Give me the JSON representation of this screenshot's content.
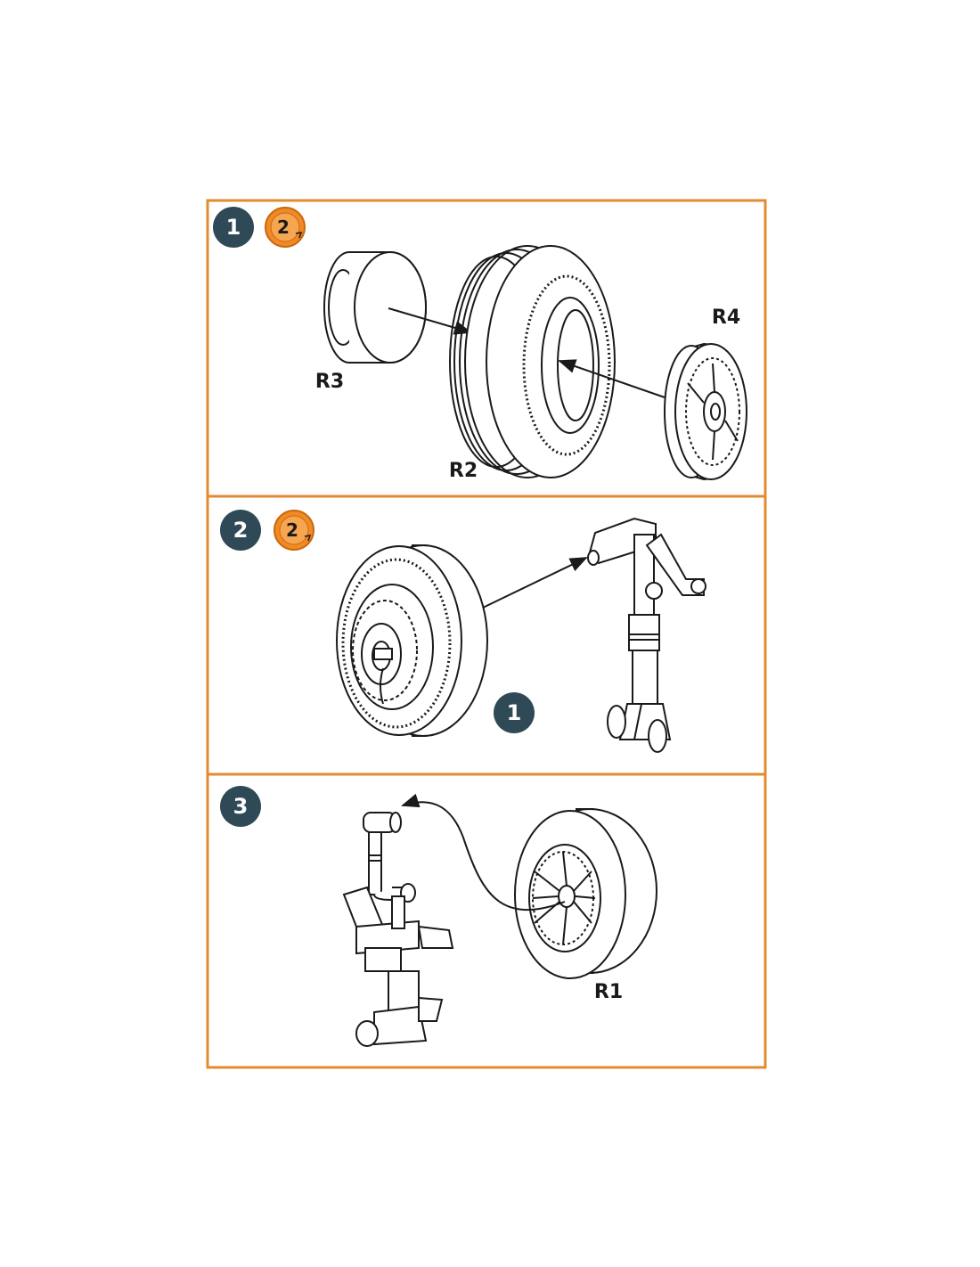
{
  "colors": {
    "border": "#e38b2f",
    "step_badge": "#2f4a56",
    "orange_badge": "#f08a24",
    "line": "#1a1a1a"
  },
  "panels": [
    {
      "step": "1",
      "repeat": "2",
      "parts": [
        "R3",
        "R2",
        "R4"
      ]
    },
    {
      "step": "2",
      "repeat": "2",
      "ref_step": "1"
    },
    {
      "step": "3",
      "parts": [
        "R1"
      ]
    }
  ]
}
